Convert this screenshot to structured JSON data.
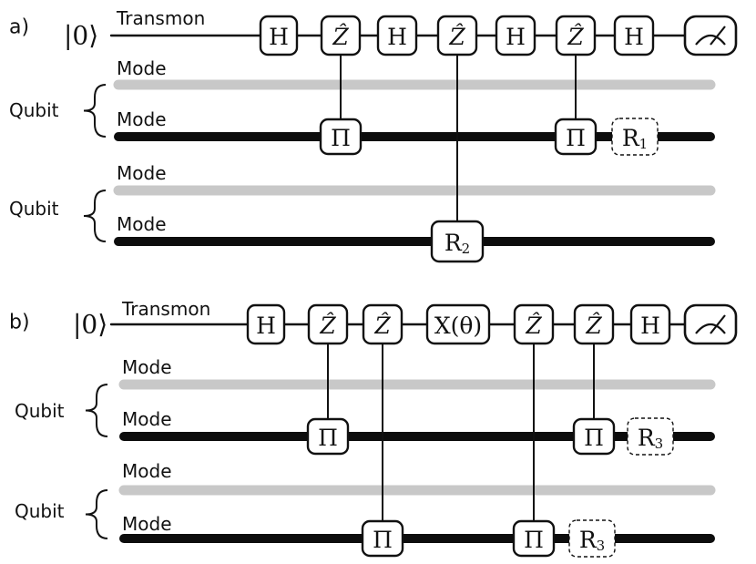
{
  "panels": [
    {
      "id": "a",
      "label": "a)",
      "ket": "|0⟩",
      "transmon_label": "Transmon",
      "brace_labels": [
        "Qubit",
        "Qubit"
      ],
      "mode_labels": [
        "Mode",
        "Mode",
        "Mode",
        "Mode"
      ],
      "gates": [
        {
          "text": "H"
        },
        {
          "text": "Ẑ"
        },
        {
          "text": "H"
        },
        {
          "text": "Ẑ"
        },
        {
          "text": "H"
        },
        {
          "text": "Ẑ"
        },
        {
          "text": "H"
        }
      ],
      "meter_icon": "measurement-meter-icon",
      "mode_gates": [
        {
          "text": "Π",
          "dashed": false
        },
        {
          "text": "Π",
          "dashed": false
        },
        {
          "text": "R",
          "sub": "1",
          "dashed": true
        },
        {
          "text": "R",
          "sub": "2",
          "dashed": false
        }
      ]
    },
    {
      "id": "b",
      "label": "b)",
      "ket": "|0⟩",
      "transmon_label": "Transmon",
      "brace_labels": [
        "Qubit",
        "Qubit"
      ],
      "mode_labels": [
        "Mode",
        "Mode",
        "Mode",
        "Mode"
      ],
      "gates": [
        {
          "text": "H"
        },
        {
          "text": "Ẑ"
        },
        {
          "text": "Ẑ"
        },
        {
          "text": "X(θ)"
        },
        {
          "text": "Ẑ"
        },
        {
          "text": "Ẑ"
        },
        {
          "text": "H"
        }
      ],
      "meter_icon": "measurement-meter-icon",
      "mode_gates": [
        {
          "text": "Π",
          "dashed": false
        },
        {
          "text": "Π",
          "dashed": false
        },
        {
          "text": "R",
          "sub": "3",
          "dashed": true
        },
        {
          "text": "Π",
          "dashed": false
        },
        {
          "text": "Π",
          "dashed": false
        },
        {
          "text": "R",
          "sub": "3",
          "dashed": true
        }
      ]
    }
  ],
  "colors": {
    "wire": "#111111",
    "mode_wire_light": "#c8c8c8",
    "mode_wire_dark": "#0d0d0d"
  }
}
